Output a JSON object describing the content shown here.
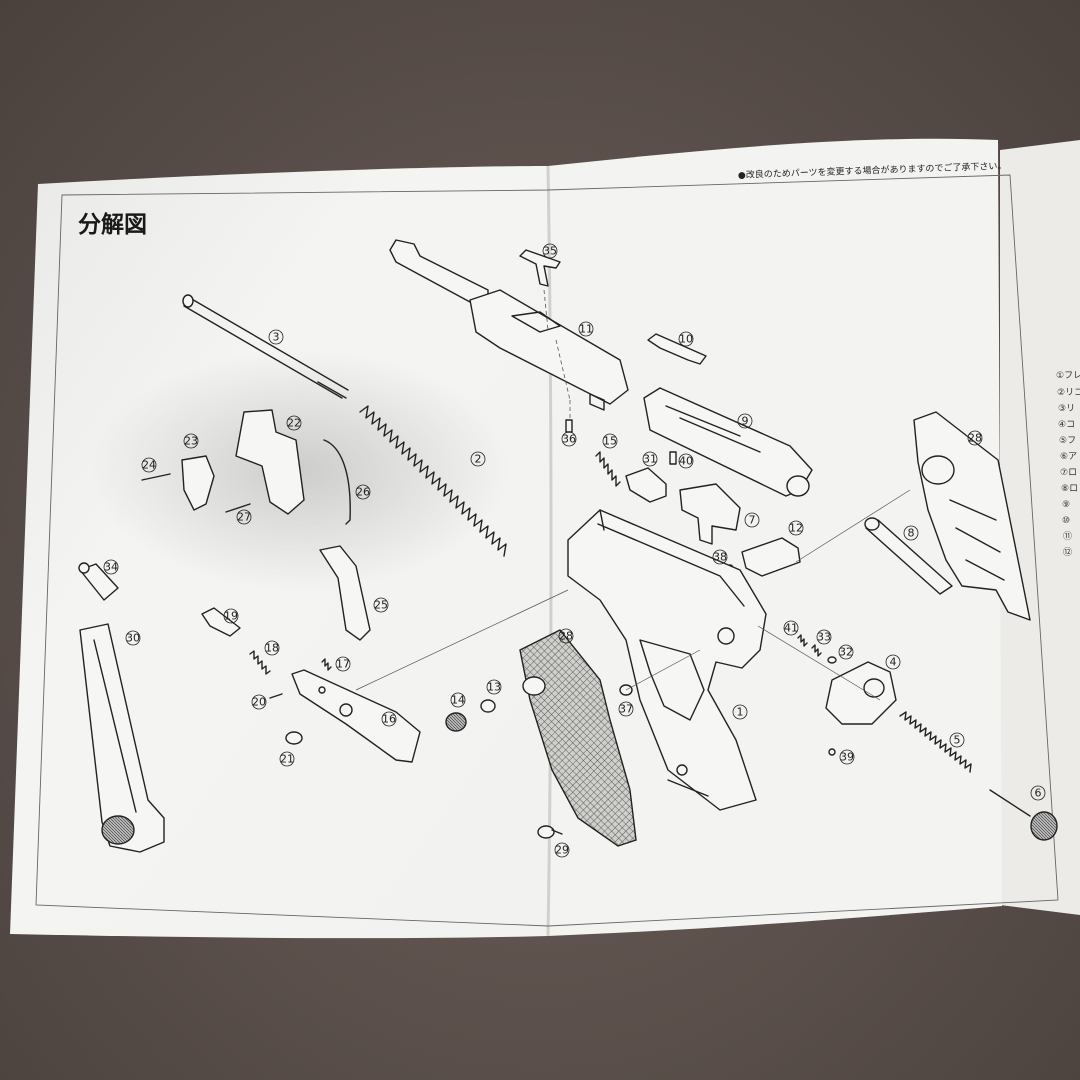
{
  "title": "分解図",
  "notice": "●改良のためパーツを変更する場合がありますのでご了承下さい。",
  "legend": [
    {
      "num": "①",
      "text": "フレ"
    },
    {
      "num": "②",
      "text": "リコ"
    },
    {
      "num": "③",
      "text": "リ"
    },
    {
      "num": "④",
      "text": "コ"
    },
    {
      "num": "⑤",
      "text": "フ"
    },
    {
      "num": "⑥",
      "text": "ア"
    },
    {
      "num": "⑦",
      "text": "ロ"
    },
    {
      "num": "⑧",
      "text": "ロ"
    },
    {
      "num": "⑨",
      "text": ""
    },
    {
      "num": "⑩",
      "text": ""
    },
    {
      "num": "⑪",
      "text": ""
    },
    {
      "num": "⑫",
      "text": ""
    }
  ],
  "callouts": [
    {
      "id": "c1",
      "label": "1"
    },
    {
      "id": "c2",
      "label": "2"
    },
    {
      "id": "c3",
      "label": "3"
    },
    {
      "id": "c4",
      "label": "4"
    },
    {
      "id": "c5",
      "label": "5"
    },
    {
      "id": "c6",
      "label": "6"
    },
    {
      "id": "c7",
      "label": "7"
    },
    {
      "id": "c8",
      "label": "8"
    },
    {
      "id": "c9",
      "label": "9"
    },
    {
      "id": "c10",
      "label": "10"
    },
    {
      "id": "c11",
      "label": "11"
    },
    {
      "id": "c12",
      "label": "12"
    },
    {
      "id": "c13",
      "label": "13"
    },
    {
      "id": "c14",
      "label": "14"
    },
    {
      "id": "c15",
      "label": "15"
    },
    {
      "id": "c16",
      "label": "16"
    },
    {
      "id": "c17",
      "label": "17"
    },
    {
      "id": "c18",
      "label": "18"
    },
    {
      "id": "c19",
      "label": "19"
    },
    {
      "id": "c20",
      "label": "20"
    },
    {
      "id": "c21",
      "label": "21"
    },
    {
      "id": "c22",
      "label": "22"
    },
    {
      "id": "c23",
      "label": "23"
    },
    {
      "id": "c24",
      "label": "24"
    },
    {
      "id": "c25",
      "label": "25"
    },
    {
      "id": "c26",
      "label": "26"
    },
    {
      "id": "c27",
      "label": "27"
    },
    {
      "id": "c28a",
      "label": "28"
    },
    {
      "id": "c28b",
      "label": "28"
    },
    {
      "id": "c29",
      "label": "29"
    },
    {
      "id": "c30",
      "label": "30"
    },
    {
      "id": "c31",
      "label": "31"
    },
    {
      "id": "c32",
      "label": "32"
    },
    {
      "id": "c33",
      "label": "33"
    },
    {
      "id": "c34",
      "label": "34"
    },
    {
      "id": "c35",
      "label": "35"
    },
    {
      "id": "c36",
      "label": "36"
    },
    {
      "id": "c37",
      "label": "37"
    },
    {
      "id": "c38",
      "label": "38"
    },
    {
      "id": "c39",
      "label": "39"
    },
    {
      "id": "c40",
      "label": "40"
    },
    {
      "id": "c41",
      "label": "41"
    }
  ],
  "colors": {
    "paper": "#f3f3f1",
    "ink": "#222222",
    "table": "#5a4f4a"
  }
}
